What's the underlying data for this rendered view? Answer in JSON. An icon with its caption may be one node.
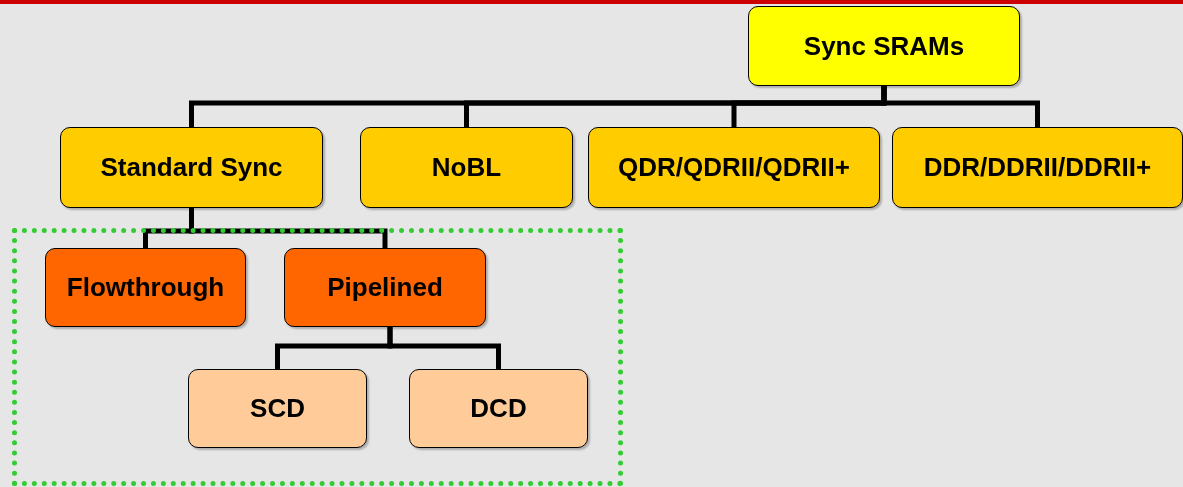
{
  "diagram": {
    "nodes": [
      {
        "text": [
          "Sync SRAMs"
        ]
      },
      {
        "text": [
          "Standard Sync"
        ]
      },
      {
        "text": [
          "NoBL"
        ]
      },
      {
        "text": [
          "QDR/QDRII/QDRII+"
        ]
      },
      {
        "text": [
          "DDR/DDRII/DDRII+"
        ]
      },
      {
        "text": [],
        "shape": "box"
      },
      {
        "text": [
          "Flowthrough"
        ],
        "in": 5
      },
      {
        "text": [
          "Pipelined"
        ],
        "in": 5
      },
      {
        "text": [
          "SCD"
        ],
        "in": 5
      },
      {
        "text": [
          "DCD"
        ],
        "in": 5
      }
    ],
    "edges": [
      {
        "from": 0,
        "to": 1,
        "arrow": "none"
      },
      {
        "from": 0,
        "to": 2,
        "arrow": "none"
      },
      {
        "from": 0,
        "to": 3,
        "arrow": "none"
      },
      {
        "from": 0,
        "to": 4,
        "arrow": "none"
      },
      {
        "from": 1,
        "to": 6,
        "arrow": "none"
      },
      {
        "from": 1,
        "to": 7,
        "arrow": "none"
      },
      {
        "from": 7,
        "to": 8,
        "arrow": "none"
      },
      {
        "from": 7,
        "to": 9,
        "arrow": "none"
      }
    ]
  }
}
